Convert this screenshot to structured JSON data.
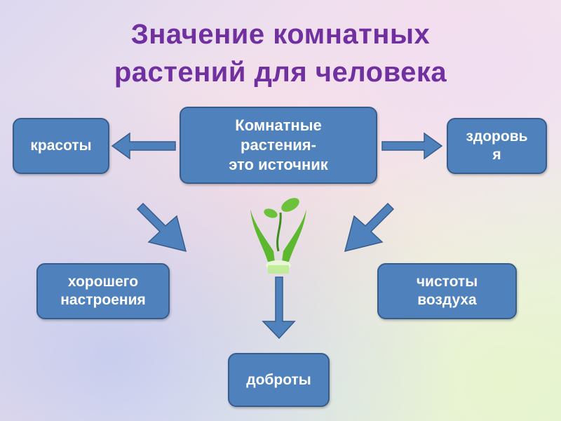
{
  "title": {
    "line1": "Значение комнатных",
    "line2": "растений для человека"
  },
  "center": {
    "line1": "Комнатные",
    "line2": "растения-",
    "line3": "это источник"
  },
  "nodes": {
    "beauty": {
      "line1": "красоты"
    },
    "health": {
      "line1": "здоровь",
      "line2": "я"
    },
    "mood": {
      "line1": "хорошего",
      "line2": "настроения"
    },
    "air": {
      "line1": "чистоты",
      "line2": "воздуха"
    },
    "kindness": {
      "line1": "доброты"
    }
  },
  "colors": {
    "box": "#4f81bd",
    "title": "#7030a0",
    "plant": "#4caf2a"
  }
}
